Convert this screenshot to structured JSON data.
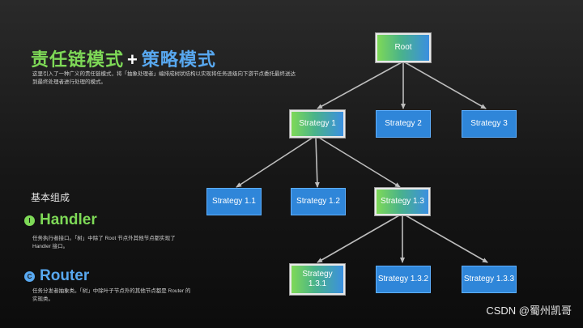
{
  "title": {
    "part1": "责任链模式",
    "plus": "+",
    "part2": "策略模式"
  },
  "description": "这里引入了一种广义的责任链模式，将「抽象处理者」编排成树状结构以实现将任务逐级向下游节点委托最终送达到最终处理者进行处理的模式。",
  "section_title": "基本组成",
  "handler": {
    "badge": "I",
    "name": "Handler",
    "desc": "任务执行者接口。「树」中除了 Root 节点外其他节点都实现了 Handler 接口。"
  },
  "router": {
    "badge": "C",
    "name": "Router",
    "desc": "任务分发者抽象类。「树」中除叶子节点外的其他节点都是 Router 的实现类。"
  },
  "nodes": {
    "root": "Root",
    "s1": "Strategy 1",
    "s2": "Strategy 2",
    "s3": "Strategy 3",
    "s11": "Strategy 1.1",
    "s12": "Strategy 1.2",
    "s13": "Strategy 1.3",
    "s131": "Strategy\n1.3.1",
    "s132": "Strategy 1.3.2",
    "s133": "Strategy 1.3.3"
  },
  "watermark": "CSDN @蜀州凯哥",
  "colors": {
    "green_accent": "#7ed957",
    "blue_accent": "#58a8f0",
    "node_blue": "#2f86d9"
  }
}
